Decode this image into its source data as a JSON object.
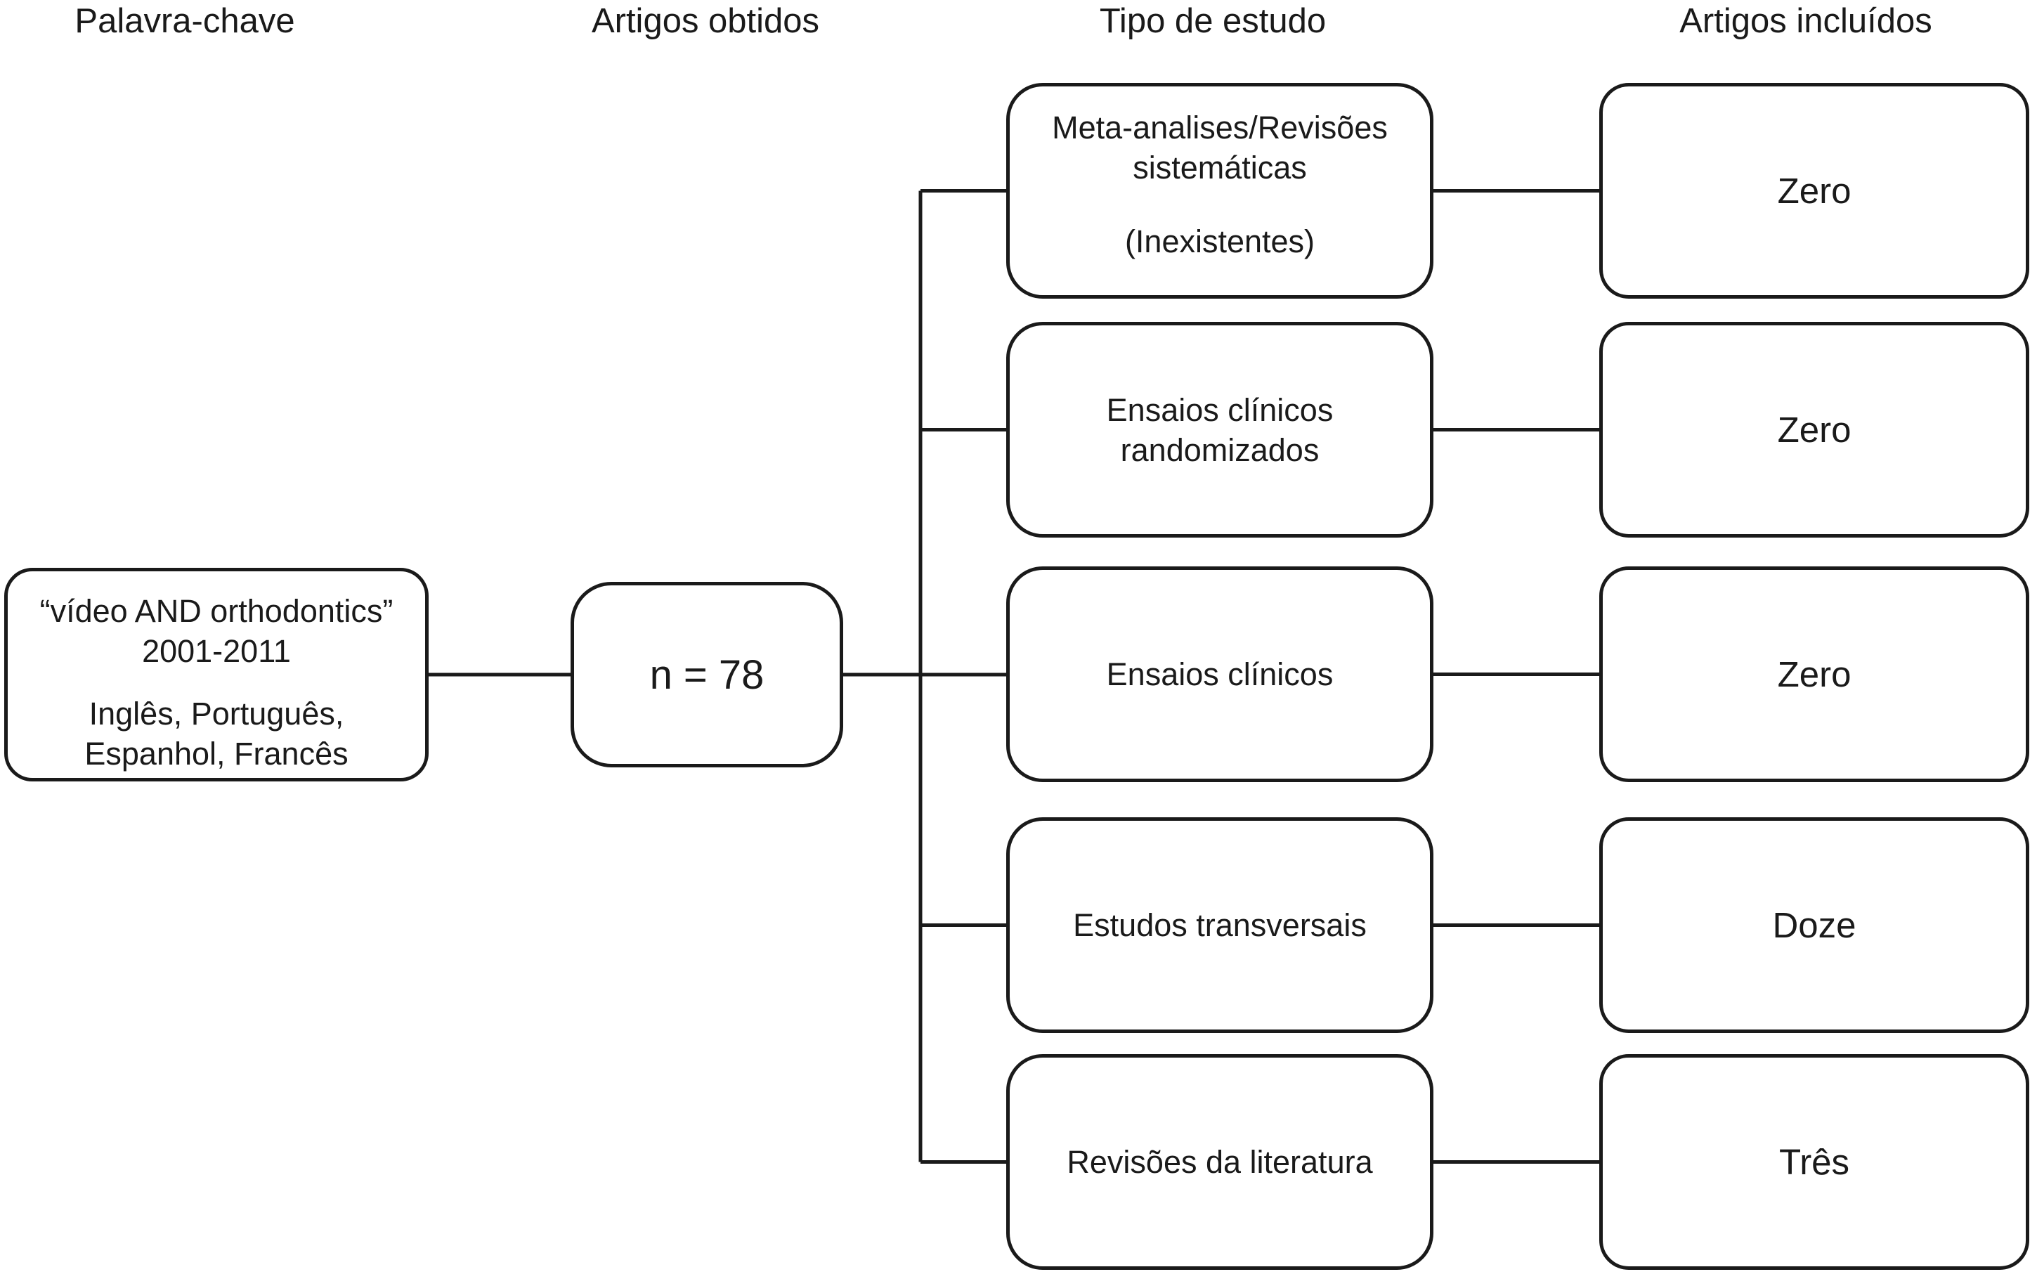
{
  "diagram": {
    "headers": [
      {
        "label": "Palavra-chave"
      },
      {
        "label": "Artigos obtidos"
      },
      {
        "label": "Tipo de estudo"
      },
      {
        "label": "Artigos incluídos"
      }
    ],
    "keyword_box": {
      "query": "“vídeo AND orthodontics”",
      "years": "2001-2011",
      "languages_line1": "Inglês, Português,",
      "languages_line2": "Espanhol, Francês"
    },
    "obtained_box": {
      "label": "n = 78"
    },
    "study_rows": [
      {
        "type": "Meta-analises/Revisões sistemáticas",
        "note": "(Inexistentes)",
        "included": "Zero"
      },
      {
        "type": "Ensaios clínicos randomizados",
        "note": "",
        "included": "Zero"
      },
      {
        "type": "Ensaios clínicos",
        "note": "",
        "included": "Zero"
      },
      {
        "type": "Estudos transversais",
        "note": "",
        "included": "Doze"
      },
      {
        "type": "Revisões da literatura",
        "note": "",
        "included": "Três"
      }
    ],
    "colors": {
      "line": "#1a1a1a",
      "text": "#1a1a1a",
      "background": "#ffffff"
    }
  }
}
